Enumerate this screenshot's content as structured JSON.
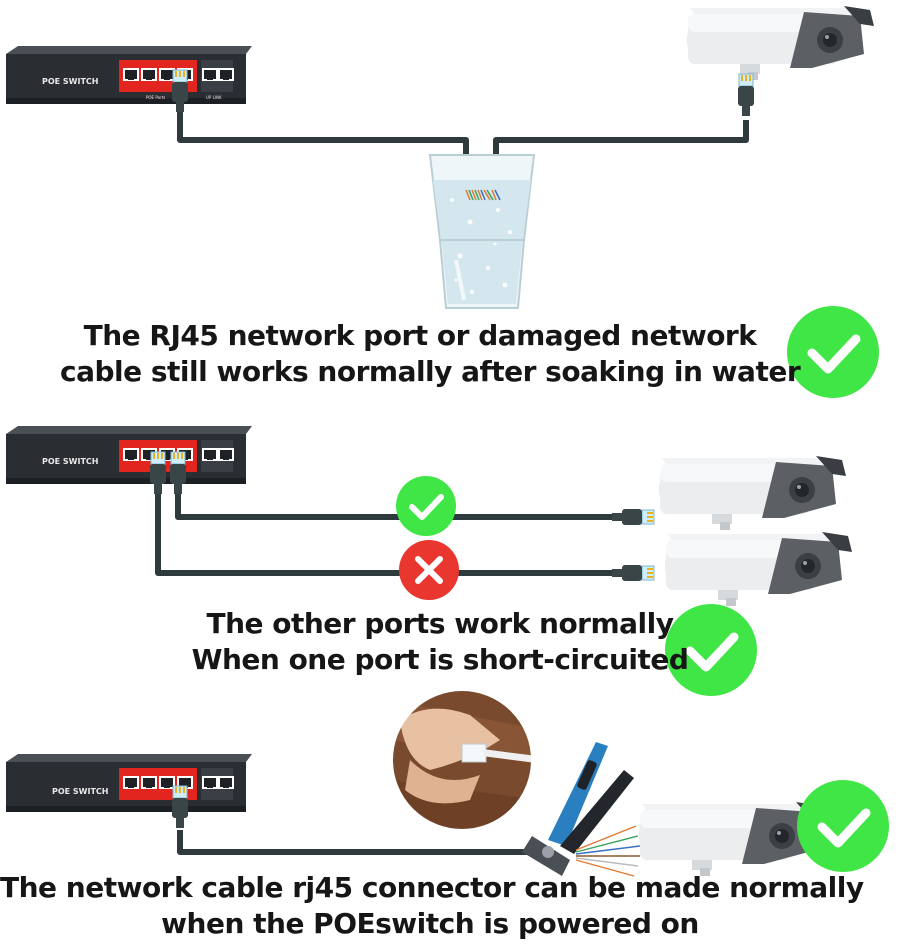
{
  "colors": {
    "check_green": "#3fe645",
    "cross_red": "#e9362f",
    "cable": "#2f3a3d",
    "switch_body": "#2a2e33",
    "switch_panel": "#e2251f"
  },
  "icons": {
    "ok": "check-circle-icon",
    "fail": "cross-circle-icon"
  },
  "switch_label": "POE  SWITCH",
  "switch_port_text": {
    "poe_ports": "POE Ports",
    "uplink": "UP LINK"
  },
  "section1": {
    "caption_line1": "The RJ45 network port or damaged network",
    "caption_line2": "cable still works normally after soaking in water"
  },
  "section2": {
    "caption_line1": "The other ports work normally",
    "caption_line2": "When one port is short-circuited"
  },
  "section3": {
    "caption_line1": "The network cable rj45 connector can be made normally",
    "caption_line2": "when the POEswitch is powered on"
  }
}
